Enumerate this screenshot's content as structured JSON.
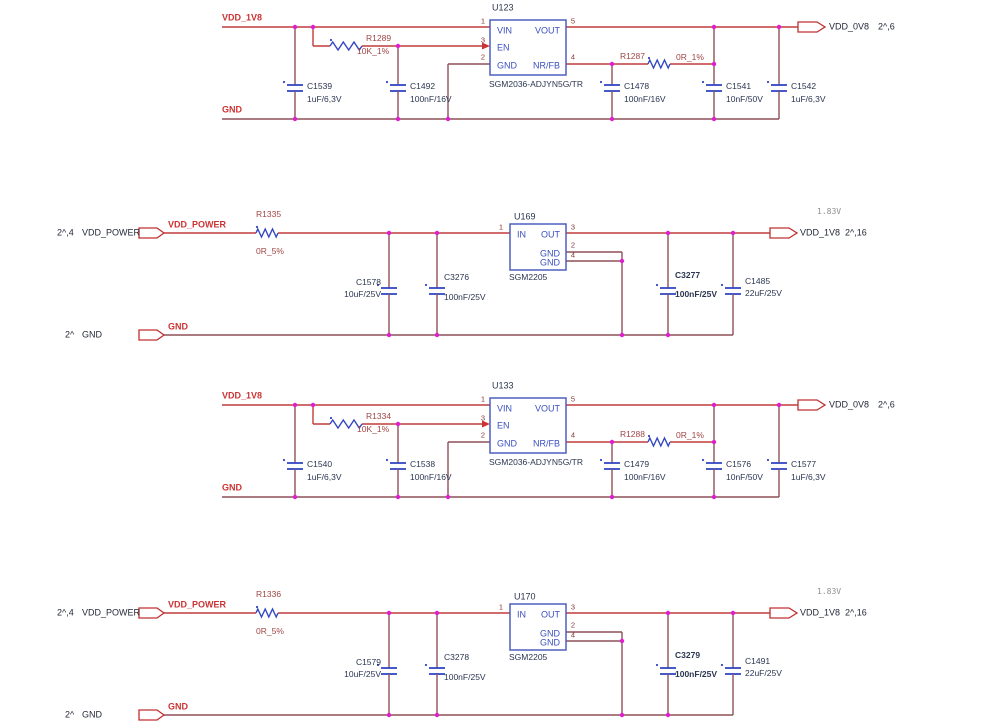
{
  "colors": {
    "background": "#ffffff",
    "wire_red": "#c23c3c",
    "wire_maroon": "#8e5158",
    "junction": "#dd1fd0",
    "ic_outline": "#4d5fc0",
    "pin_name": "#3a4fc0",
    "pin_number": "#8a3535",
    "symbol_blue": "#3347c2",
    "res_label": "#a04545",
    "cap_label": "#2a3550",
    "net_label": "#cc3333",
    "port_outline": "#c03030",
    "port_text": "#232838",
    "annotation_grey": "#8f8f8f"
  },
  "blocks": [
    {
      "type": "ldo_adjustable",
      "refdes": "U123",
      "part": "SGM2036-ADJYN5G/TR",
      "input_net": "VDD_1V8",
      "gnd_net": "GND",
      "pin_vin": {
        "num": "1",
        "name": "VIN"
      },
      "pin_en": {
        "num": "3",
        "name": "EN"
      },
      "pin_gnd": {
        "num": "2",
        "name": "GND"
      },
      "pin_vout": {
        "num": "5",
        "name": "VOUT"
      },
      "pin_nrfb": {
        "num": "4",
        "name": "NR/FB"
      },
      "en_res": {
        "ref": "R1289",
        "value": "10K_1%"
      },
      "fb_res": {
        "ref": "R1287",
        "value": "0R_1%"
      },
      "cap_in1": {
        "ref": "C1539",
        "value": "1uF/6,3V"
      },
      "cap_en": {
        "ref": "C1492",
        "value": "100nF/16V"
      },
      "cap_fb": {
        "ref": "C1478",
        "value": "100nF/16V"
      },
      "cap_out1": {
        "ref": "C1541",
        "value": "10nF/50V"
      },
      "cap_out2": {
        "ref": "C1542",
        "value": "1uF/6,3V"
      },
      "out_port": {
        "net": "VDD_0V8",
        "sheet": "2^,6"
      }
    },
    {
      "type": "ldo_fixed",
      "refdes": "U169",
      "part": "SGM2205",
      "in_port": {
        "sheet": "2^,4",
        "net": "VDD_POWER"
      },
      "gnd_port": {
        "sheet": "2^",
        "net": "GND"
      },
      "pin_in": {
        "num": "1",
        "name": "IN"
      },
      "pin_out": {
        "num": "3",
        "name": "OUT"
      },
      "pin_gnd1": {
        "num": "2",
        "name": "GND"
      },
      "pin_gnd2": {
        "num": "4",
        "name": "GND"
      },
      "in_res": {
        "ref": "R1335",
        "value": "0R_5%"
      },
      "cap_in1": {
        "ref": "C1578",
        "value": "10uF/25V"
      },
      "cap_in2": {
        "ref": "C3276",
        "value": "100nF/25V"
      },
      "cap_out1": {
        "ref": "C3277",
        "value": "100nF/25V",
        "bold": true
      },
      "cap_out2": {
        "ref": "C1485",
        "value": "22uF/25V"
      },
      "out_port": {
        "net": "VDD_1V8",
        "sheet": "2^,16",
        "annotation": "1.83V"
      }
    },
    {
      "type": "ldo_adjustable",
      "refdes": "U133",
      "part": "SGM2036-ADJYN5G/TR",
      "input_net": "VDD_1V8",
      "gnd_net": "GND",
      "pin_vin": {
        "num": "1",
        "name": "VIN"
      },
      "pin_en": {
        "num": "3",
        "name": "EN"
      },
      "pin_gnd": {
        "num": "2",
        "name": "GND"
      },
      "pin_vout": {
        "num": "5",
        "name": "VOUT"
      },
      "pin_nrfb": {
        "num": "4",
        "name": "NR/FB"
      },
      "en_res": {
        "ref": "R1334",
        "value": "10K_1%"
      },
      "fb_res": {
        "ref": "R1288",
        "value": "0R_1%"
      },
      "cap_in1": {
        "ref": "C1540",
        "value": "1uF/6,3V"
      },
      "cap_en": {
        "ref": "C1538",
        "value": "100nF/16V"
      },
      "cap_fb": {
        "ref": "C1479",
        "value": "100nF/16V"
      },
      "cap_out1": {
        "ref": "C1576",
        "value": "10nF/50V"
      },
      "cap_out2": {
        "ref": "C1577",
        "value": "1uF/6,3V"
      },
      "out_port": {
        "net": "VDD_0V8",
        "sheet": "2^,6"
      }
    },
    {
      "type": "ldo_fixed",
      "refdes": "U170",
      "part": "SGM2205",
      "in_port": {
        "sheet": "2^,4",
        "net": "VDD_POWER"
      },
      "gnd_port": {
        "sheet": "2^",
        "net": "GND"
      },
      "pin_in": {
        "num": "1",
        "name": "IN"
      },
      "pin_out": {
        "num": "3",
        "name": "OUT"
      },
      "pin_gnd1": {
        "num": "2",
        "name": "GND"
      },
      "pin_gnd2": {
        "num": "4",
        "name": "GND"
      },
      "in_res": {
        "ref": "R1336",
        "value": "0R_5%"
      },
      "cap_in1": {
        "ref": "C1579",
        "value": "10uF/25V"
      },
      "cap_in2": {
        "ref": "C3278",
        "value": "100nF/25V"
      },
      "cap_out1": {
        "ref": "C3279",
        "value": "100nF/25V",
        "bold": true
      },
      "cap_out2": {
        "ref": "C1491",
        "value": "22uF/25V"
      },
      "out_port": {
        "net": "VDD_1V8",
        "sheet": "2^,16",
        "annotation": "1.83V"
      }
    }
  ]
}
